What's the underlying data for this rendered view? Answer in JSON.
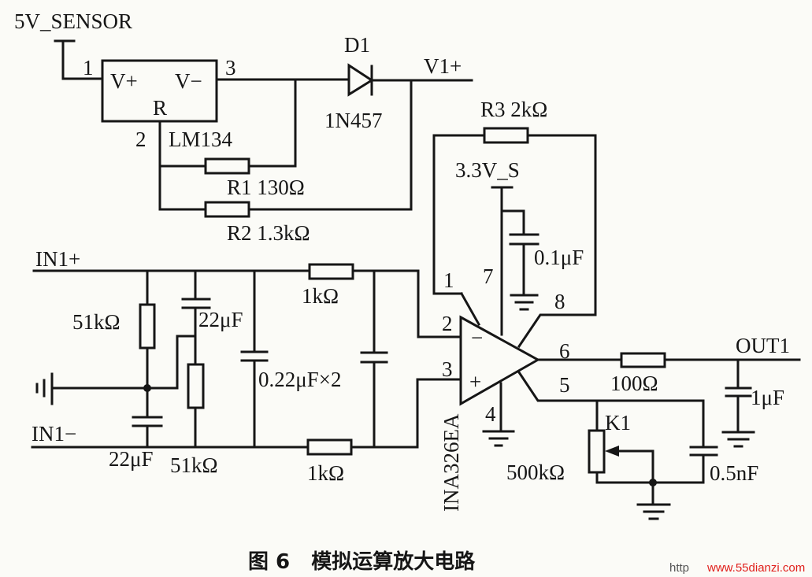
{
  "diagram": {
    "caption": "图 6   模拟运算放大电路",
    "watermark_prefix": "http",
    "watermark_site": "www.55dianzi.com",
    "colors": {
      "ink": "#161616",
      "watermark": "#e0201c"
    },
    "nets": {
      "supply": "5V_SENSOR",
      "v1": "V1+",
      "supply2": "3.3V_S",
      "in_pos": "IN1+",
      "in_neg": "IN1−",
      "out": "OUT1"
    },
    "lm134": {
      "name": "LM134",
      "vplus": "V+",
      "vminus": "V−",
      "r": "R",
      "pin1": "1",
      "pin2": "2",
      "pin3": "3"
    },
    "diode": {
      "ref": "D1",
      "part": "1N457"
    },
    "r1": "R1 130Ω",
    "r2": "R2 1.3kΩ",
    "r3": "R3 2kΩ",
    "c_supply": "0.1μF",
    "filter": {
      "r_top": "1kΩ",
      "r_bottom": "1kΩ",
      "c_pair": "0.22μF×2",
      "r_left": "51kΩ",
      "c_left": "22μF",
      "c_mid": "22μF",
      "r_mid": "51kΩ"
    },
    "opamp": {
      "part": "INA326EA",
      "minus": "−",
      "plus": "+",
      "pin1": "1",
      "pin2": "2",
      "pin3": "3",
      "pin4": "4",
      "pin5": "5",
      "pin6": "6",
      "pin7": "7",
      "pin8": "8"
    },
    "out_r": "100Ω",
    "out_c": "1μF",
    "pot": {
      "ref": "K1",
      "value": "500kΩ"
    },
    "c_fb": "0.5nF"
  }
}
